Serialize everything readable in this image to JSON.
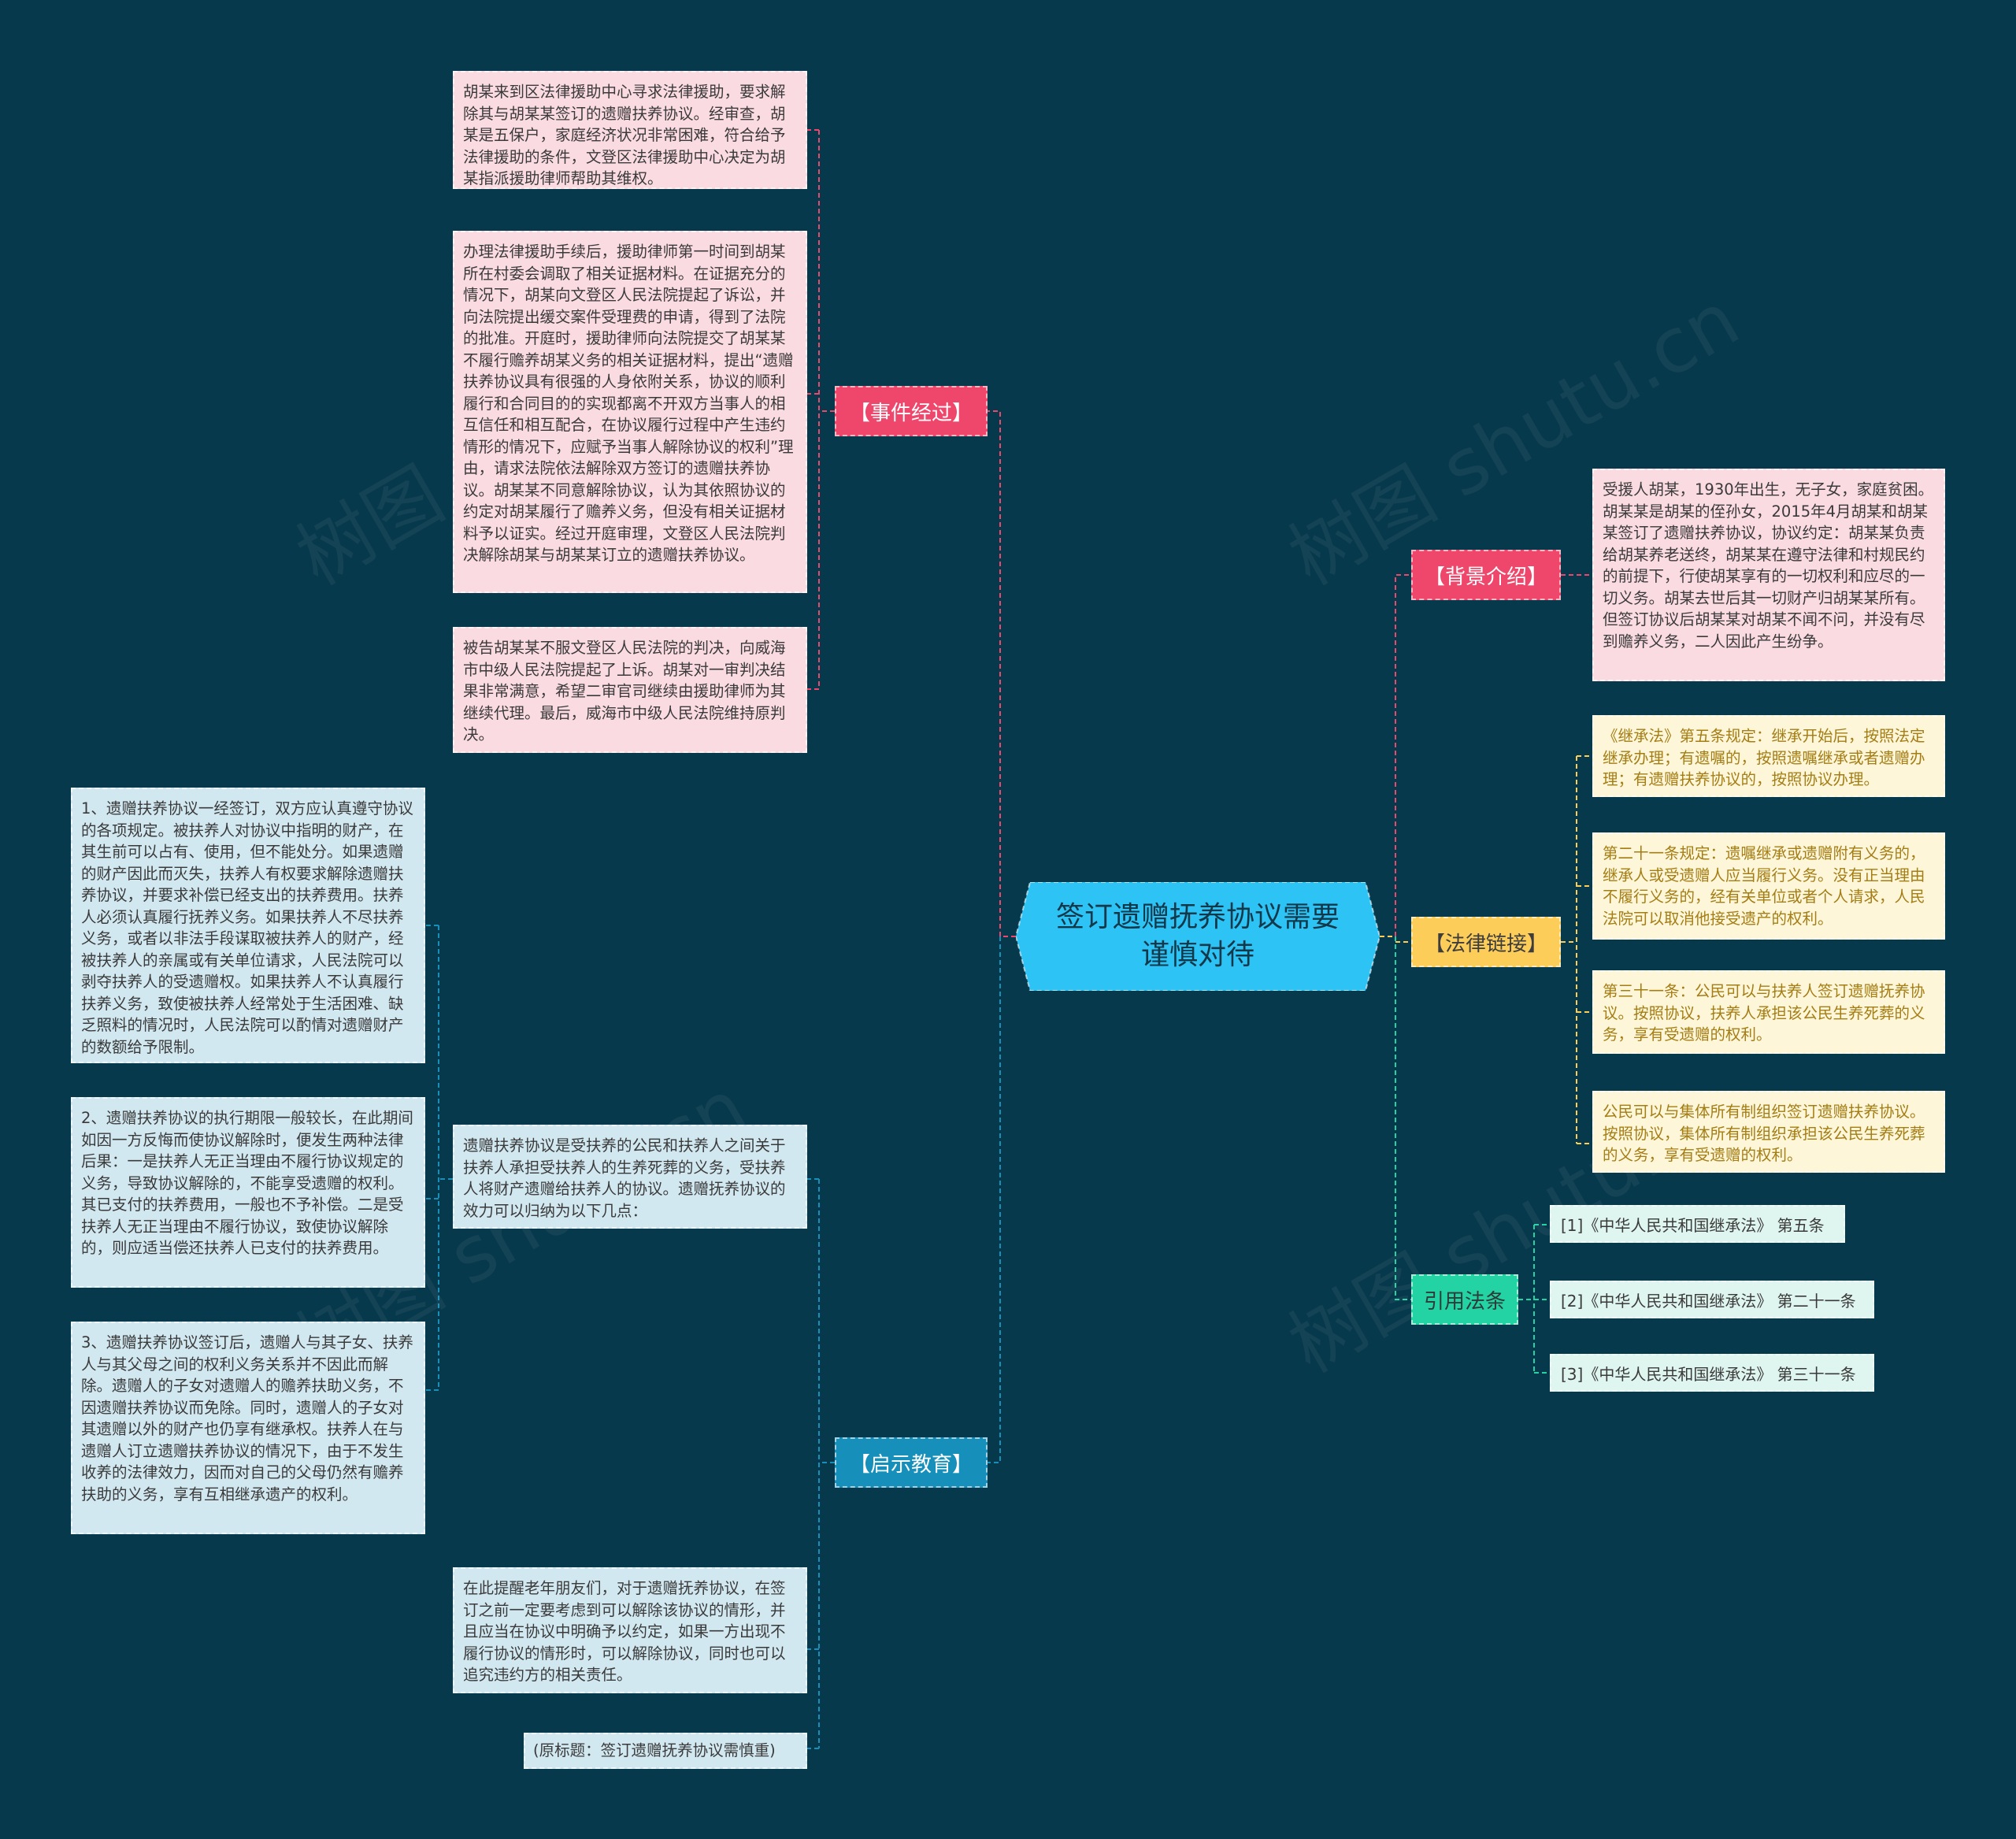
{
  "root": "签订遗赠抚养协议需要谨慎对待",
  "branches": {
    "events": "【事件经过】",
    "background": "【背景介绍】",
    "law": "【法律链接】",
    "cite": "引用法条",
    "lesson": "【启示教育】"
  },
  "events": [
    "胡某来到区法律援助中心寻求法律援助，要求解除其与胡某某签订的遗赠扶养协议。经审查，胡某是五保户，家庭经济状况非常困难，符合给予法律援助的条件，文登区法律援助中心决定为胡某指派援助律师帮助其维权。",
    "办理法律援助手续后，援助律师第一时间到胡某所在村委会调取了相关证据材料。在证据充分的情况下，胡某向文登区人民法院提起了诉讼，并向法院提出缓交案件受理费的申请，得到了法院的批准。开庭时，援助律师向法院提交了胡某某不履行赡养胡某义务的相关证据材料，提出“遗赠扶养协议具有很强的人身依附关系，协议的顺利履行和合同目的的实现都离不开双方当事人的相互信任和相互配合，在协议履行过程中产生违约情形的情况下，应赋予当事人解除协议的权利”理由，请求法院依法解除双方签订的遗赠扶养协议。胡某某不同意解除协议，认为其依照协议的约定对胡某履行了赡养义务，但没有相关证据材料予以证实。经过开庭审理，文登区人民法院判决解除胡某与胡某某订立的遗赠扶养协议。",
    "被告胡某某不服文登区人民法院的判决，向威海市中级人民法院提起了上诉。胡某对一审判决结果非常满意，希望二审官司继续由援助律师为其继续代理。最后，威海市中级人民法院维持原判决。"
  ],
  "background": "受援人胡某，1930年出生，无子女，家庭贫困。胡某某是胡某的侄孙女，2015年4月胡某和胡某某签订了遗赠扶养协议，协议约定：胡某某负责给胡某养老送终，胡某某在遵守法律和村规民约的前提下，行使胡某享有的一切权利和应尽的一切义务。胡某去世后其一切财产归胡某某所有。但签订协议后胡某某对胡某不闻不问，并没有尽到赡养义务，二人因此产生纷争。",
  "law": [
    "《继承法》第五条规定：继承开始后，按照法定继承办理；有遗嘱的，按照遗嘱继承或者遗赠办理；有遗赠扶养协议的，按照协议办理。",
    "第二十一条规定：遗嘱继承或遗赠附有义务的，继承人或受遗赠人应当履行义务。没有正当理由不履行义务的，经有关单位或者个人请求，人民法院可以取消他接受遗产的权利。",
    "第三十一条：公民可以与扶养人签订遗赠抚养协议。按照协议，扶养人承担该公民生养死葬的义务，享有受遗赠的权利。",
    "公民可以与集体所有制组织签订遗赠扶养协议。按照协议，集体所有制组织承担该公民生养死葬的义务，享有受遗赠的权利。"
  ],
  "cite": [
    "[1]《中华人民共和国继承法》 第五条",
    "[2]《中华人民共和国继承法》 第二十一条",
    "[3]《中华人民共和国继承法》 第三十一条"
  ],
  "lesson": {
    "intro": "遗赠扶养协议是受扶养的公民和扶养人之间关于扶养人承担受扶养人的生养死葬的义务，受扶养人将财产遗赠给扶养人的协议。遗赠抚养协议的效力可以归纳为以下几点：",
    "points": [
      "1、遗赠扶养协议一经签订，双方应认真遵守协议的各项规定。被扶养人对协议中指明的财产，在其生前可以占有、使用，但不能处分。如果遗赠的财产因此而灭失，扶养人有权要求解除遗赠扶养协议，并要求补偿已经支出的扶养费用。扶养人必须认真履行抚养义务。如果扶养人不尽扶养义务，或者以非法手段谋取被扶养人的财产，经被扶养人的亲属或有关单位请求，人民法院可以剥夺扶养人的受遗赠权。如果扶养人不认真履行扶养义务，致使被扶养人经常处于生活困难、缺乏照料的情况时，人民法院可以酌情对遗赠财产的数额给予限制。",
      "2、遗赠扶养协议的执行期限一般较长，在此期间如因一方反悔而使协议解除时，便发生两种法律后果：一是扶养人无正当理由不履行协议规定的义务，导致协议解除的，不能享受遗赠的权利。其已支付的扶养费用，一般也不予补偿。二是受扶养人无正当理由不履行协议，致使协议解除的，则应适当偿还扶养人已支付的扶养费用。",
      "3、遗赠扶养协议签订后，遗赠人与其子女、扶养人与其父母之间的权利义务关系并不因此而解除。遗赠人的子女对遗赠人的赡养扶助义务，不因遗赠扶养协议而免除。同时，遗赠人的子女对其遗赠以外的财产也仍享有继承权。扶养人在与遗赠人订立遗赠扶养协议的情况下，由于不发生收养的法律效力，因而对自己的父母仍然有赡养扶助的义务，享有互相继承遗产的权利。"
    ],
    "reminder": "在此提醒老年朋友们，对于遗赠抚养协议，在签订之前一定要考虑到可以解除该协议的情形，并且应当在协议中明确予以约定，如果一方出现不履行协议的情形时，可以解除协议，同时也可以追究违约方的相关责任。",
    "original": "(原标题：签订遗赠抚养协议需慎重)"
  },
  "colors": {
    "background": "#07394c",
    "root": "#2ec3f5",
    "events": "#ef476b",
    "background_branch": "#ef476b",
    "law": "#fdcd5a",
    "cite": "#23d3a4",
    "lesson": "#1690ba"
  }
}
